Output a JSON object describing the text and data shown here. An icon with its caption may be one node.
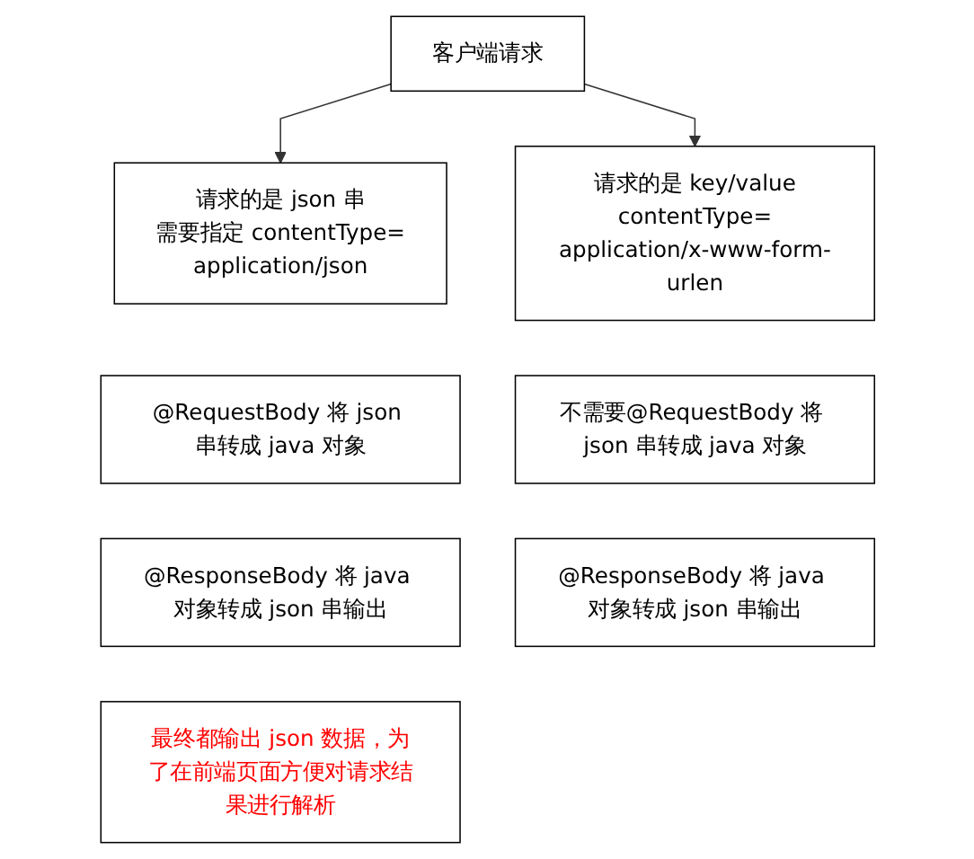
{
  "diagram": {
    "nodes": [
      {
        "text": [
          "客户端请求"
        ]
      },
      {
        "text": [
          "请求的是 json 串",
          "需要指定 contentType=",
          "application/json"
        ]
      },
      {
        "text": [
          "请求的是 key/value",
          "contentType=",
          "application/x-www-form-urlen"
        ]
      },
      {
        "text": [
          "@RequestBody 将 json 串转成 java 对象"
        ]
      },
      {
        "text": [
          "不需要@RequestBody 将 json 串转成 java 对象"
        ]
      },
      {
        "text": [
          "@ResponseBody 将 java 对象转成 json 串输出"
        ]
      },
      {
        "text": [
          "@ResponseBody 将 java 对象转成 json 串输出"
        ]
      },
      {
        "text": [
          "最终都输出 json 数据，为了在前端页面方便对请求结果进行解析"
        ]
      }
    ],
    "edges": [
      {
        "from": 0,
        "to": 1,
        "arrow": "to"
      },
      {
        "from": 0,
        "to": 2,
        "arrow": "to"
      }
    ]
  }
}
